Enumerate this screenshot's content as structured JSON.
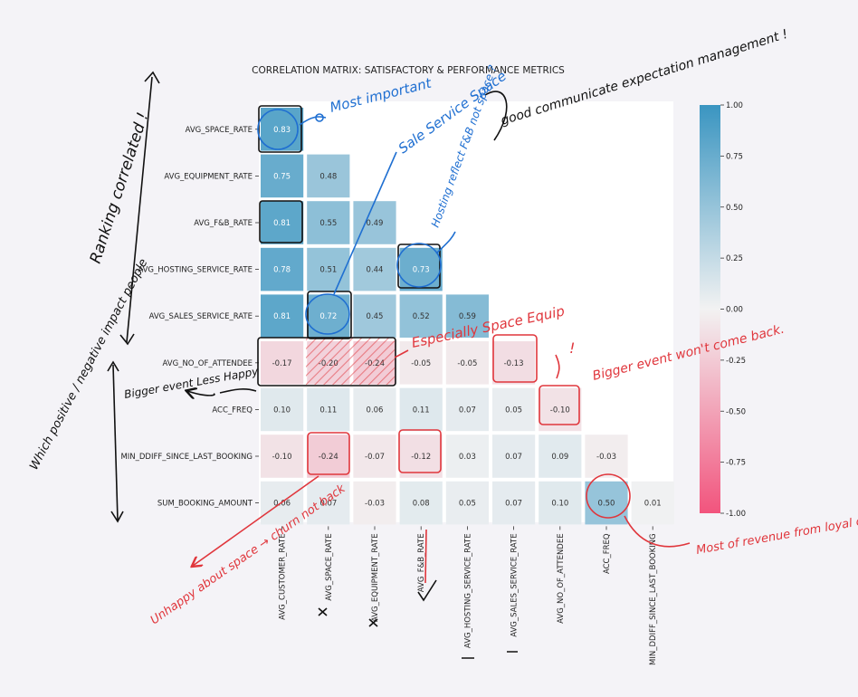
{
  "chart_data": {
    "type": "heatmap",
    "title": "CORRELATION MATRIX: SATISFACTORY & PERFORMANCE METRICS",
    "rows": [
      "AVG_SPACE_RATE",
      "AVG_EQUIPMENT_RATE",
      "AVG_F&B_RATE",
      "AVG_HOSTING_SERVICE_RATE",
      "AVG_SALES_SERVICE_RATE",
      "AVG_NO_OF_ATTENDEE",
      "ACC_FREQ",
      "MIN_DDIFF_SINCE_LAST_BOOKING",
      "SUM_BOOKING_AMOUNT"
    ],
    "columns": [
      "AVG_CUSTOMER_RATE",
      "AVG_SPACE_RATE",
      "AVG_EQUIPMENT_RATE",
      "AVG_F&B_RATE",
      "AVG_HOSTING_SERVICE_RATE",
      "AVG_SALES_SERVICE_RATE",
      "AVG_NO_OF_ATTENDEE",
      "ACC_FREQ",
      "MIN_DDIFF_SINCE_LAST_BOOKING"
    ],
    "values": [
      [
        0.83
      ],
      [
        0.75,
        0.48
      ],
      [
        0.81,
        0.55,
        0.49
      ],
      [
        0.78,
        0.51,
        0.44,
        0.73
      ],
      [
        0.81,
        0.72,
        0.45,
        0.52,
        0.59
      ],
      [
        -0.17,
        -0.2,
        -0.24,
        -0.05,
        -0.05,
        -0.13
      ],
      [
        0.1,
        0.11,
        0.06,
        0.11,
        0.07,
        0.05,
        -0.1
      ],
      [
        -0.1,
        -0.24,
        -0.07,
        -0.12,
        0.03,
        0.07,
        0.09,
        -0.03
      ],
      [
        0.06,
        0.07,
        -0.03,
        0.08,
        0.05,
        0.07,
        0.1,
        0.5,
        0.01
      ]
    ],
    "colorbar": {
      "range": [
        -1.0,
        1.0
      ],
      "ticks": [
        "1.00",
        "0.75",
        "0.50",
        "0.25",
        "0.00",
        "-0.25",
        "-0.50",
        "-0.75",
        "-1.00"
      ],
      "positive_color": "#3a95c1",
      "neutral_color": "#f2f2f2",
      "negative_color": "#f2547d"
    }
  },
  "annotations": {
    "ranking_correlated": "Ranking correlated !",
    "most_important": "Most important",
    "sale_service_space": "Sale Service Space",
    "good_communicate": "good communicate expectation management !",
    "hosting_reflect": "Hosting reflect F&B not space ?",
    "especially_space_equip": "Especially Space Equip",
    "exclaim": "!",
    "bigger_event_wont_come_back": "Bigger event won't come back.",
    "bigger_event_less_happy": "Bigger event Less Happy",
    "which_positive_negative": "Which positive / negative impact people",
    "unhappy_about_space": "Unhappy about space → churn not back",
    "most_revenue_loyal": "Most of revenue from loyal customers !"
  }
}
